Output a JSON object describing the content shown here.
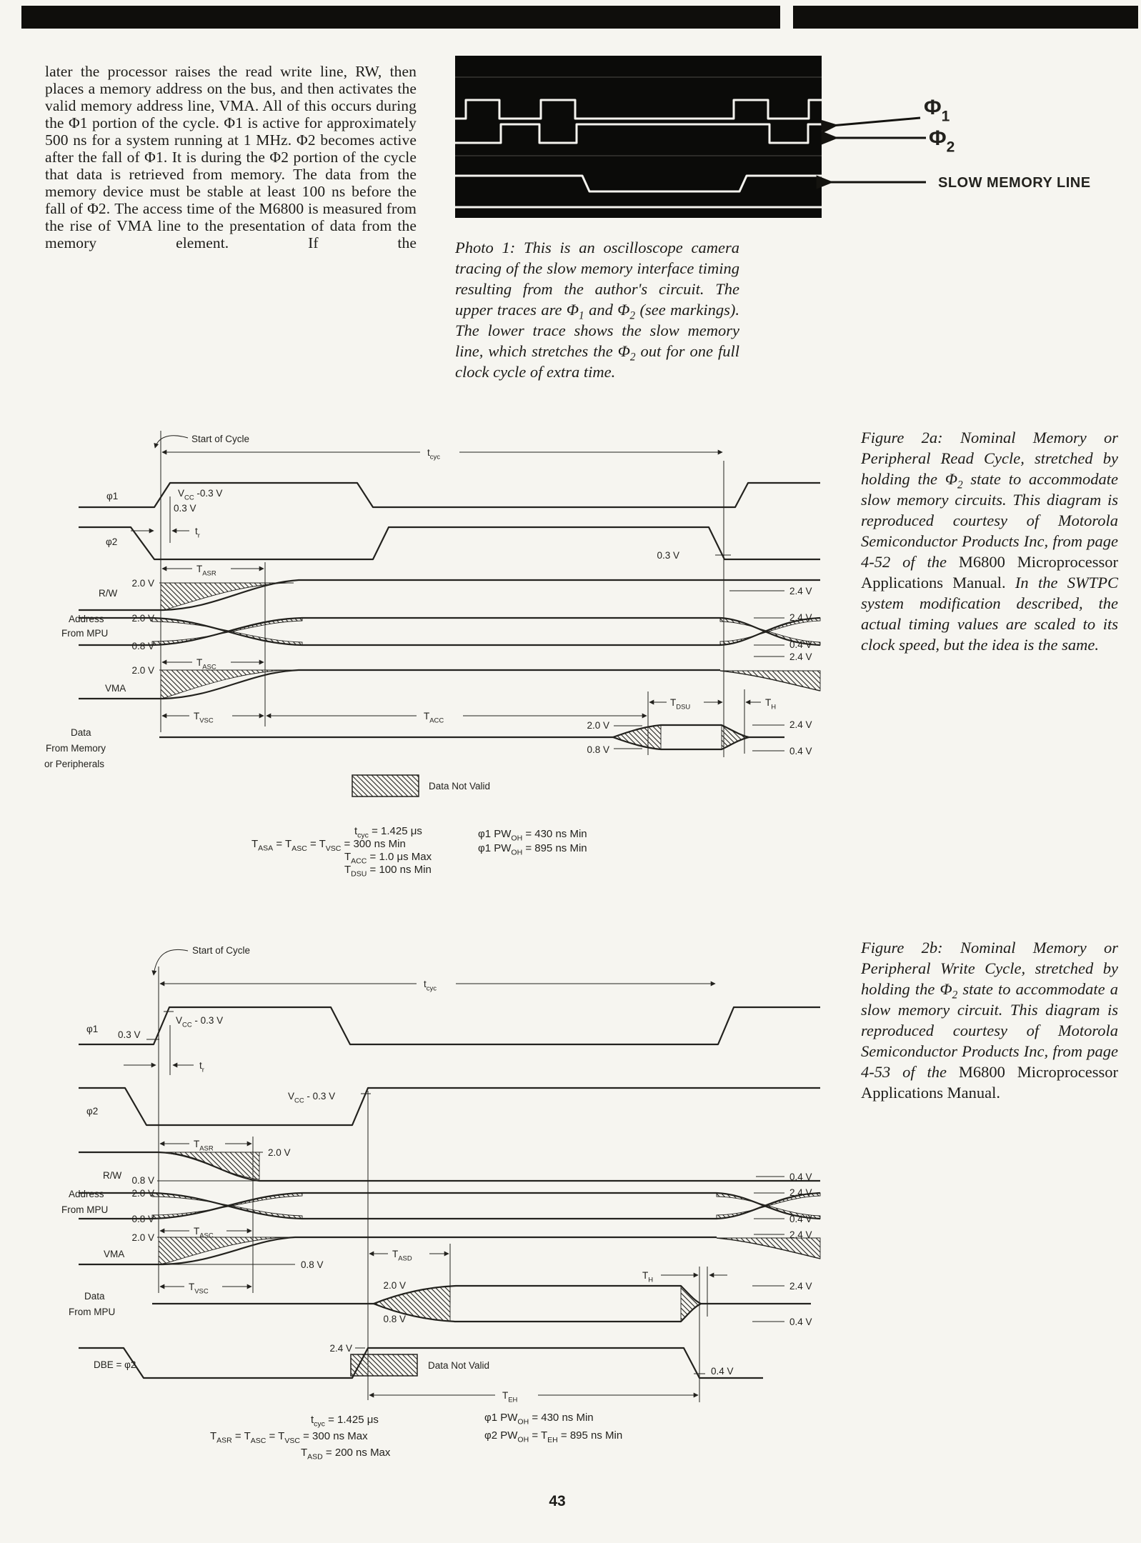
{
  "page": {
    "number": "43"
  },
  "article": {
    "body_text": "later the processor raises the read write line, RW, then places a memory address on the bus, and then activates the valid memory address line, VMA. All of this occurs during the Φ1 portion of the cycle. Φ1 is active for approximately 500 ns for a system running at 1 MHz. Φ2 becomes active after the fall of Φ1. It is during the Φ2 portion of the cycle that data is retrieved from memory. The data from the memory device must be stable at least 100 ns before the fall of Φ2. The access time of the M6800 is measured from the rise of VMA line to the presentation of data from the memory element. If the"
  },
  "photo": {
    "label_phi1": [
      {
        "t": "Φ"
      },
      {
        "t": "1",
        "sub": true
      }
    ],
    "label_phi2": [
      {
        "t": "Φ"
      },
      {
        "t": "2",
        "sub": true
      }
    ],
    "label_slow": "SLOW MEMORY LINE",
    "caption": [
      {
        "t": "Photo 1: This is an oscilloscope camera tracing of the slow memory interface timing resulting from the author's circuit. The upper traces are Φ"
      },
      {
        "t": "1",
        "sub": true
      },
      {
        "t": " and Φ"
      },
      {
        "t": "2",
        "sub": true
      },
      {
        "t": " (see markings). The lower trace shows the slow memory line, which stretches the Φ"
      },
      {
        "t": "2",
        "sub": true
      },
      {
        "t": " out for one full clock cycle of extra time."
      }
    ]
  },
  "fig2a": {
    "caption": [
      {
        "t": "Figure 2a: Nominal Memory or Peripheral Read Cycle, stretched by holding the Φ"
      },
      {
        "t": "2",
        "sub": true
      },
      {
        "t": " state to accommodate slow memory circuits. This diagram is reproduced courtesy of Motorola Semiconductor Products Inc, from page 4-52 of the "
      },
      {
        "t": "M6800 Microprocessor Applications Manual.",
        "roman": true
      },
      {
        "t": " In the SWTPC system modification described, the actual timing values are scaled to its clock speed, but the idea is the same."
      }
    ],
    "labels": {
      "start_of_cycle": "Start of Cycle",
      "tcyc": [
        {
          "t": "t"
        },
        {
          "t": "cyc",
          "sub": true
        }
      ],
      "phi1": "φ1",
      "phi2": "φ2",
      "vcc_minus": [
        {
          "t": "V"
        },
        {
          "t": "CC",
          "sub": true
        },
        {
          "t": " -0.3 V"
        }
      ],
      "v03": "0.3 V",
      "v20": "2.0 V",
      "v08": "0.8 V",
      "v24": "2.4 V",
      "v04": "0.4 V",
      "tr": [
        {
          "t": "t"
        },
        {
          "t": "r",
          "sub": true
        }
      ],
      "tasr": [
        {
          "t": "T"
        },
        {
          "t": "ASR",
          "sub": true
        }
      ],
      "tasc": [
        {
          "t": "T"
        },
        {
          "t": "ASC",
          "sub": true
        }
      ],
      "tvsc": [
        {
          "t": "T"
        },
        {
          "t": "VSC",
          "sub": true
        }
      ],
      "tacc": [
        {
          "t": "T"
        },
        {
          "t": "ACC",
          "sub": true
        }
      ],
      "tdsu": [
        {
          "t": "T"
        },
        {
          "t": "DSU",
          "sub": true
        }
      ],
      "th": [
        {
          "t": "T"
        },
        {
          "t": "H",
          "sub": true
        }
      ],
      "rw": "R/W",
      "address1": "Address",
      "address2": "From MPU",
      "vma": "VMA",
      "data1": "Data",
      "data2": "From Memory",
      "data3": "or Peripherals",
      "legend": "Data Not Valid"
    },
    "equations": {
      "l1": [
        {
          "t": "t"
        },
        {
          "t": "cyc",
          "sub": true
        },
        {
          "t": " = 1.425 μs"
        }
      ],
      "l2": [
        {
          "t": "T"
        },
        {
          "t": "ASA",
          "sub": true
        },
        {
          "t": " = T"
        },
        {
          "t": "ASC",
          "sub": true
        },
        {
          "t": " = T"
        },
        {
          "t": "VSC",
          "sub": true
        },
        {
          "t": " = 300 ns Min"
        }
      ],
      "l3": [
        {
          "t": "T"
        },
        {
          "t": "ACC",
          "sub": true
        },
        {
          "t": " = 1.0 μs Max"
        }
      ],
      "l4": [
        {
          "t": "T"
        },
        {
          "t": "DSU",
          "sub": true
        },
        {
          "t": " = 100 ns Min"
        }
      ],
      "r1": [
        {
          "t": "φ1 PW"
        },
        {
          "t": "OH",
          "sub": true
        },
        {
          "t": " = 430 ns Min"
        }
      ],
      "r2": [
        {
          "t": "φ1 PW"
        },
        {
          "t": "OH",
          "sub": true
        },
        {
          "t": " = 895 ns Min"
        }
      ]
    }
  },
  "fig2b": {
    "caption": [
      {
        "t": "Figure 2b: Nominal Memory or Peripheral Write Cycle, stretched by holding the Φ"
      },
      {
        "t": "2",
        "sub": true
      },
      {
        "t": " state to accommodate a slow memory circuit. This diagram is reproduced courtesy of Motorola Semiconductor Products Inc, from page 4-53 of the "
      },
      {
        "t": "M6800 Microprocessor Applications Manual.",
        "roman": true
      }
    ],
    "labels": {
      "start_of_cycle": "Start of Cycle",
      "tcyc": [
        {
          "t": "t"
        },
        {
          "t": "cyc",
          "sub": true
        }
      ],
      "phi1": "φ1",
      "phi2": "φ2",
      "vcc_minus1": [
        {
          "t": "V"
        },
        {
          "t": "CC",
          "sub": true
        },
        {
          "t": " - 0.3 V"
        }
      ],
      "vcc_minus2": [
        {
          "t": "V"
        },
        {
          "t": "CC",
          "sub": true
        },
        {
          "t": " - 0.3 V"
        }
      ],
      "v03": "0.3 V",
      "v20": "2.0 V",
      "v08": "0.8 V",
      "v24": "2.4 V",
      "v04": "0.4 V",
      "tr": [
        {
          "t": "t"
        },
        {
          "t": "r",
          "sub": true
        }
      ],
      "tasr": [
        {
          "t": "T"
        },
        {
          "t": "ASR",
          "sub": true
        }
      ],
      "tasc": [
        {
          "t": "T"
        },
        {
          "t": "ASC",
          "sub": true
        }
      ],
      "tvsc": [
        {
          "t": "T"
        },
        {
          "t": "VSC",
          "sub": true
        }
      ],
      "tasd": [
        {
          "t": "T"
        },
        {
          "t": "ASD",
          "sub": true
        }
      ],
      "th": [
        {
          "t": "T"
        },
        {
          "t": "H",
          "sub": true
        }
      ],
      "teh": [
        {
          "t": "T"
        },
        {
          "t": "EH",
          "sub": true
        }
      ],
      "rw": "R/W",
      "address1": "Address",
      "address2": "From MPU",
      "vma": "VMA",
      "data1": "Data",
      "data2": "From MPU",
      "dbe": "DBE = φ2",
      "legend": "Data Not Valid"
    },
    "equations": {
      "l1": [
        {
          "t": "t"
        },
        {
          "t": "cyc",
          "sub": true
        },
        {
          "t": " = 1.425 μs"
        }
      ],
      "l2": [
        {
          "t": "T"
        },
        {
          "t": "ASR",
          "sub": true
        },
        {
          "t": " = T"
        },
        {
          "t": "ASC",
          "sub": true
        },
        {
          "t": " = T"
        },
        {
          "t": "VSC",
          "sub": true
        },
        {
          "t": " = 300 ns Max"
        }
      ],
      "l3": [
        {
          "t": "T"
        },
        {
          "t": "ASD",
          "sub": true
        },
        {
          "t": " = 200 ns Max"
        }
      ],
      "r1": [
        {
          "t": "φ1 PW"
        },
        {
          "t": "OH",
          "sub": true
        },
        {
          "t": " = 430 ns Min"
        }
      ],
      "r2": [
        {
          "t": "φ2 PW"
        },
        {
          "t": "OH",
          "sub": true
        },
        {
          "t": " = T"
        },
        {
          "t": "EH",
          "sub": true
        },
        {
          "t": " = 895 ns Min"
        }
      ]
    }
  }
}
